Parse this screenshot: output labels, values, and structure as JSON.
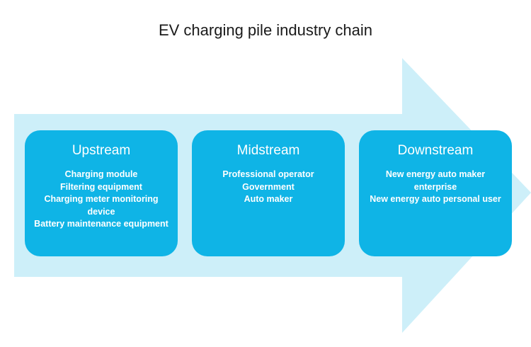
{
  "title": "EV charging pile industry chain",
  "colors": {
    "arrow": "#cdeff9",
    "card": "#0fb4e6",
    "card_text": "#ffffff"
  },
  "stages": [
    {
      "name": "Upstream",
      "items": [
        "Charging module",
        "Filtering equipment",
        "Charging meter monitoring device",
        "Battery maintenance equipment"
      ]
    },
    {
      "name": "Midstream",
      "items": [
        "Professional operator",
        "Government",
        "Auto maker"
      ]
    },
    {
      "name": "Downstream",
      "items": [
        "New energy auto maker enterprise",
        "New energy auto personal user"
      ]
    }
  ]
}
